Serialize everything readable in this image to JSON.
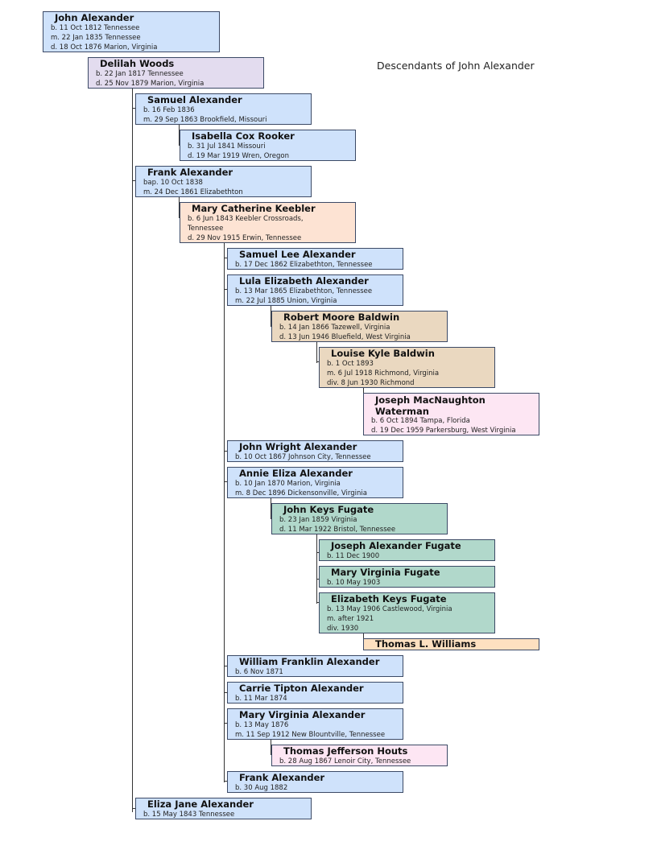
{
  "title": "Descendants of John Alexander",
  "people": {
    "john_alexander": {
      "name": "John Alexander",
      "line1": "b. 11 Oct 1812 Tennessee",
      "line2": "m. 22 Jan 1835 Tennessee",
      "line3": "d. 18 Oct 1876 Marion, Virginia"
    },
    "delilah_woods": {
      "name": "Delilah Woods",
      "line1": "b. 22 Jan 1817 Tennessee",
      "line2": "d. 25 Nov 1879 Marion, Virginia"
    },
    "samuel_alexander": {
      "name": "Samuel Alexander",
      "line1": "b. 16 Feb 1836",
      "line2": "m. 29 Sep 1863 Brookfield, Missouri"
    },
    "isabella_cox_rooker": {
      "name": "Isabella Cox Rooker",
      "line1": "b. 31 Jul 1841 Missouri",
      "line2": "d. 19 Mar 1919 Wren, Oregon"
    },
    "frank_alexander_1838": {
      "name": "Frank Alexander",
      "line1": "bap. 10 Oct 1838",
      "line2": "m. 24 Dec 1861 Elizabethton"
    },
    "mary_catherine_keebler": {
      "name": "Mary Catherine Keebler",
      "line1": "b. 6 Jun 1843 Keebler Crossroads,",
      "line2": "Tennessee",
      "line3": "d. 29 Nov 1915 Erwin, Tennessee"
    },
    "samuel_lee_alexander": {
      "name": "Samuel Lee Alexander",
      "line1": "b. 17 Dec 1862 Elizabethton, Tennessee"
    },
    "lula_elizabeth_alexander": {
      "name": "Lula Elizabeth Alexander",
      "line1": "b. 13 Mar 1865 Elizabethton, Tennessee",
      "line2": "m. 22 Jul 1885 Union, Virginia"
    },
    "robert_moore_baldwin": {
      "name": "Robert Moore Baldwin",
      "line1": "b. 14 Jan 1866 Tazewell, Virginia",
      "line2": "d. 13 Jun 1946 Bluefield, West Virginia"
    },
    "louise_kyle_baldwin": {
      "name": "Louise Kyle Baldwin",
      "line1": "b. 1 Oct 1893",
      "line2": "m. 6 Jul 1918 Richmond, Virginia",
      "line3": "div. 8 Jun 1930 Richmond"
    },
    "joseph_macnaughton_waterman": {
      "name": "Joseph MacNaughton\nWaterman",
      "line1": "b. 6 Oct 1894 Tampa, Florida",
      "line2": "d. 19 Dec 1959 Parkersburg, West Virginia"
    },
    "john_wright_alexander": {
      "name": "John Wright Alexander",
      "line1": "b. 10 Oct 1867 Johnson City, Tennessee"
    },
    "annie_eliza_alexander": {
      "name": "Annie Eliza Alexander",
      "line1": "b. 10 Jan 1870 Marion, Virginia",
      "line2": "m. 8 Dec 1896 Dickensonville, Virginia"
    },
    "john_keys_fugate": {
      "name": "John Keys Fugate",
      "line1": "b. 23 Jan 1859 Virginia",
      "line2": "d. 11 Mar 1922 Bristol, Tennessee"
    },
    "joseph_alexander_fugate": {
      "name": "Joseph Alexander Fugate",
      "line1": "b. 11 Dec 1900"
    },
    "mary_virginia_fugate": {
      "name": "Mary Virginia Fugate",
      "line1": "b. 10 May 1903"
    },
    "elizabeth_keys_fugate": {
      "name": "Elizabeth Keys Fugate",
      "line1": "b. 13 May 1906 Castlewood, Virginia",
      "line2": "m. after 1921",
      "line3": "div. 1930"
    },
    "thomas_l_williams": {
      "name": "Thomas L. Williams"
    },
    "william_franklin_alexander": {
      "name": "William Franklin Alexander",
      "line1": "b. 6 Nov 1871"
    },
    "carrie_tipton_alexander": {
      "name": "Carrie Tipton Alexander",
      "line1": "b. 11 Mar 1874"
    },
    "mary_virginia_alexander": {
      "name": "Mary Virginia Alexander",
      "line1": "b. 13 May 1876",
      "line2": "m. 11 Sep 1912 New Blountville, Tennessee"
    },
    "thomas_jefferson_houts": {
      "name": "Thomas Jefferson Houts",
      "line1": "b. 28 Aug 1867 Lenoir City, Tennessee"
    },
    "frank_alexander_1882": {
      "name": "Frank Alexander",
      "line1": "b. 30 Aug 1882"
    },
    "eliza_jane_alexander": {
      "name": "Eliza Jane Alexander",
      "line1": "b. 15 May 1843 Tennessee"
    }
  },
  "colors": {
    "blue": "#cfe2fb",
    "lavender": "#e3dcef",
    "peach": "#fde3d3",
    "tan": "#ead8c0",
    "pink": "#fde6f3",
    "green": "#b1d8cb",
    "orange": "#fde0c0",
    "border": "#3c4a66"
  }
}
